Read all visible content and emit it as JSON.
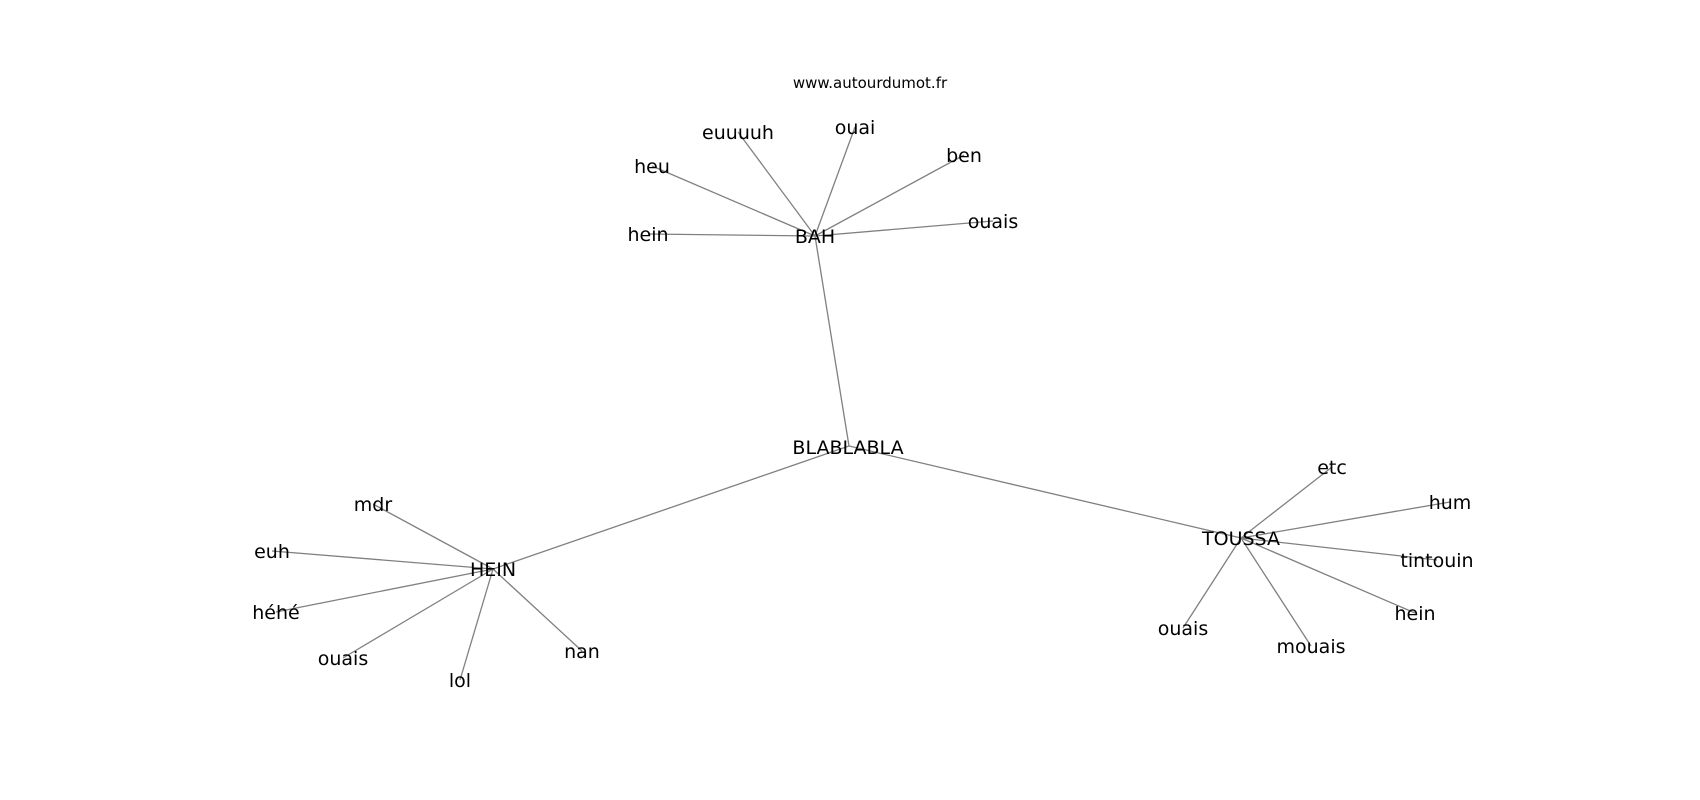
{
  "header": {
    "site": "www.autourdumot.fr"
  },
  "graph": {
    "edge_color": "#808080",
    "text_color": "#000000",
    "center": "BLABLABLA",
    "hubs": [
      {
        "id": "bah",
        "label": "BAH",
        "leaves": [
          {
            "id": "bah-euuuuh",
            "label": "euuuuh"
          },
          {
            "id": "bah-ouai",
            "label": "ouai"
          },
          {
            "id": "bah-heu",
            "label": "heu"
          },
          {
            "id": "bah-ben",
            "label": "ben"
          },
          {
            "id": "bah-hein",
            "label": "hein"
          },
          {
            "id": "bah-ouais",
            "label": "ouais"
          }
        ]
      },
      {
        "id": "hein",
        "label": "HEIN",
        "leaves": [
          {
            "id": "hein-mdr",
            "label": "mdr"
          },
          {
            "id": "hein-euh",
            "label": "euh"
          },
          {
            "id": "hein-hehe",
            "label": "héhé"
          },
          {
            "id": "hein-ouais",
            "label": "ouais"
          },
          {
            "id": "hein-lol",
            "label": "lol"
          },
          {
            "id": "hein-nan",
            "label": "nan"
          }
        ]
      },
      {
        "id": "toussa",
        "label": "TOUSSA",
        "leaves": [
          {
            "id": "toussa-etc",
            "label": "etc"
          },
          {
            "id": "toussa-hum",
            "label": "hum"
          },
          {
            "id": "toussa-tintouin",
            "label": "tintouin"
          },
          {
            "id": "toussa-hein",
            "label": "hein"
          },
          {
            "id": "toussa-mouais",
            "label": "mouais"
          },
          {
            "id": "toussa-ouais",
            "label": "ouais"
          }
        ]
      }
    ]
  }
}
